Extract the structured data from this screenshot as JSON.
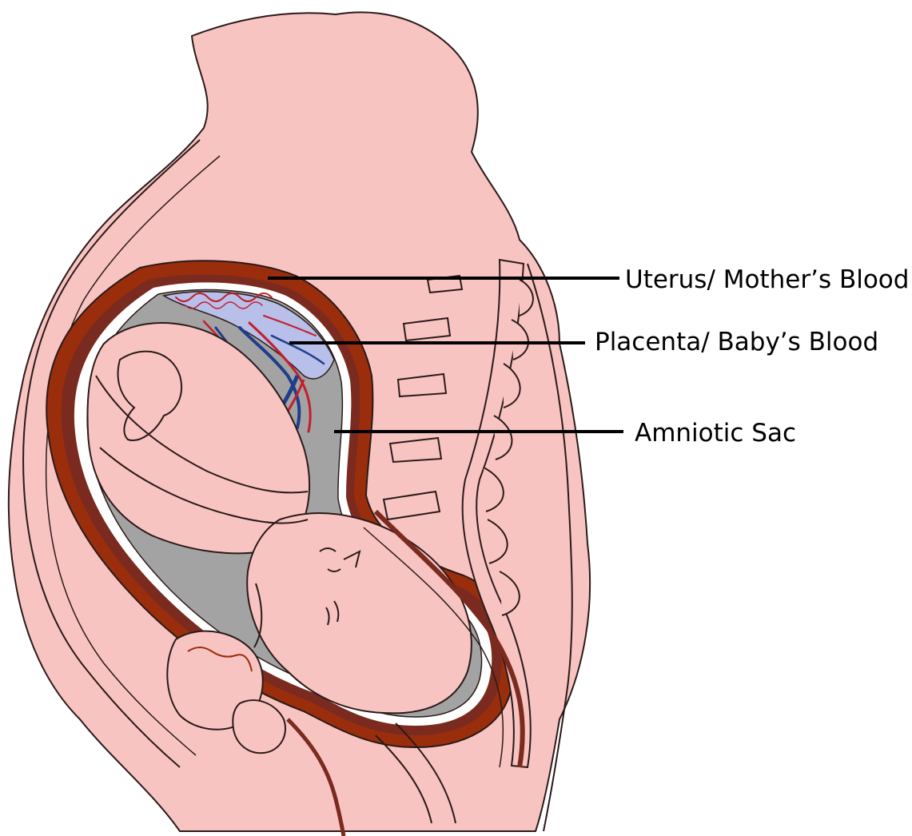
{
  "labels": {
    "uterus": "Uterus/ Mother’s Blood",
    "placenta": "Placenta/ Baby’s Blood",
    "amniotic_sac": "Amniotic Sac"
  },
  "colors": {
    "background": "#ffffff",
    "body": "#f8c4c2",
    "outline": "#2a1a18",
    "uterus_wall": "#9a2e0c",
    "uterus_lining": "#7a2a1e",
    "amniotic_fluid": "#a3a3a3",
    "placenta_tissue": "#b8bfe8",
    "baby_vessels_red": "#c21f2e",
    "baby_vessels_blue": "#1f3d8a",
    "leader_line": "#000000"
  },
  "icons": {
    "figure": "pregnant-torso-cross-section"
  }
}
